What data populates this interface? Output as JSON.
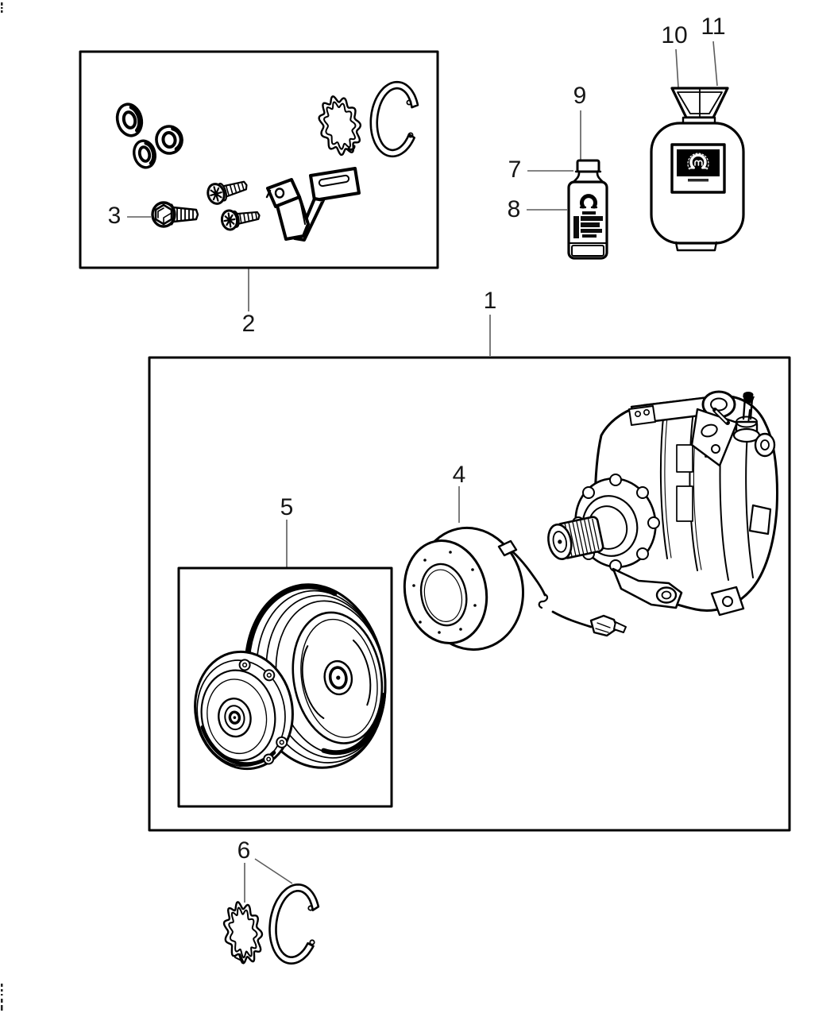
{
  "figure": {
    "type": "exploded-parts-diagram",
    "subject": "A/C compressor, clutch, coil and service items",
    "background_color": "#ffffff",
    "line_color": "#000000",
    "leader_line_color": "#5c5c5c"
  },
  "callouts": [
    {
      "label": "1",
      "part": "compressor-assembly-box"
    },
    {
      "label": "2",
      "part": "hardware-kit-box"
    },
    {
      "label": "3",
      "part": "hex-flange-bolt"
    },
    {
      "label": "4",
      "part": "clutch-coil"
    },
    {
      "label": "5",
      "part": "pulley-and-clutch-plate-box"
    },
    {
      "label": "6",
      "part": "snap-ring-set"
    },
    {
      "label": "7",
      "part": "oil-bottle"
    },
    {
      "label": "8",
      "part": "oil-bottle-label"
    },
    {
      "label": "9",
      "part": "oil-bottle-cap"
    },
    {
      "label": "10",
      "part": "refrigerant-tank-handle"
    },
    {
      "label": "11",
      "part": "refrigerant-tank-valve"
    }
  ],
  "icons": {
    "tank_logo": "mopar-omega-logo",
    "bottle_logo": "mopar-omega-logo"
  }
}
